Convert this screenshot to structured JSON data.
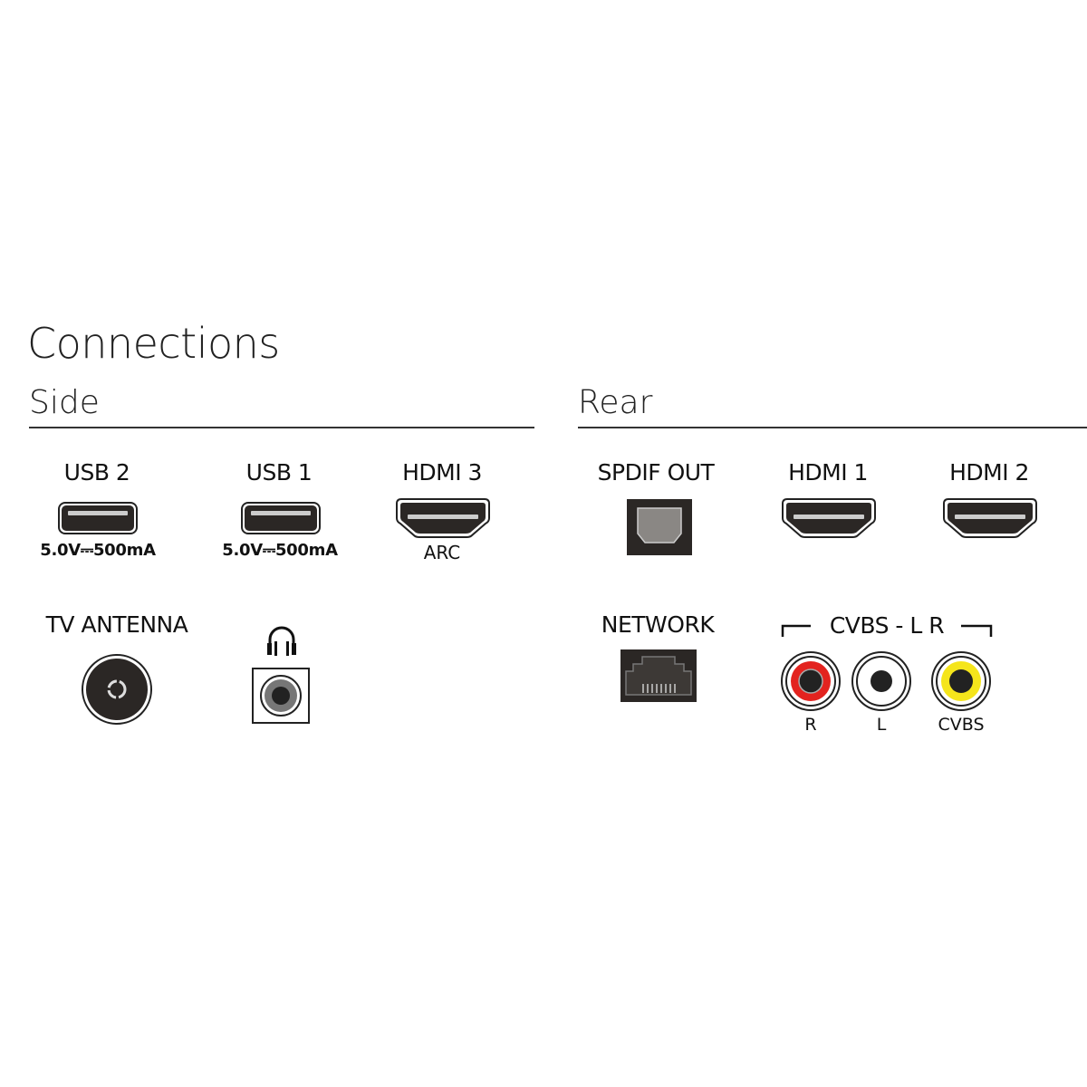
{
  "title": "Connections",
  "side": {
    "heading": "Side",
    "ports": [
      {
        "label": "USB 2",
        "spec": "5.0V⎓500mA",
        "icon": "usb-port-icon"
      },
      {
        "label": "USB 1",
        "spec": "5.0V⎓500mA",
        "icon": "usb-port-icon"
      },
      {
        "label": "HDMI 3",
        "spec": "ARC",
        "icon": "hdmi-port-icon"
      },
      {
        "label": "TV ANTENNA",
        "icon": "antenna-port-icon"
      },
      {
        "label": "",
        "icon": "headphone-jack-icon"
      }
    ]
  },
  "rear": {
    "heading": "Rear",
    "ports": [
      {
        "label": "SPDIF OUT",
        "icon": "optical-port-icon"
      },
      {
        "label": "HDMI 1",
        "icon": "hdmi-port-icon"
      },
      {
        "label": "HDMI 2",
        "icon": "hdmi-port-icon"
      },
      {
        "label": "NETWORK",
        "icon": "ethernet-port-icon"
      }
    ],
    "cvbs": {
      "group_label": "CVBS - L R",
      "jacks": [
        {
          "label": "R",
          "color": "#e3231f"
        },
        {
          "label": "L",
          "color": "#ffffff"
        },
        {
          "label": "CVBS",
          "color": "#f5e51b"
        }
      ]
    }
  }
}
